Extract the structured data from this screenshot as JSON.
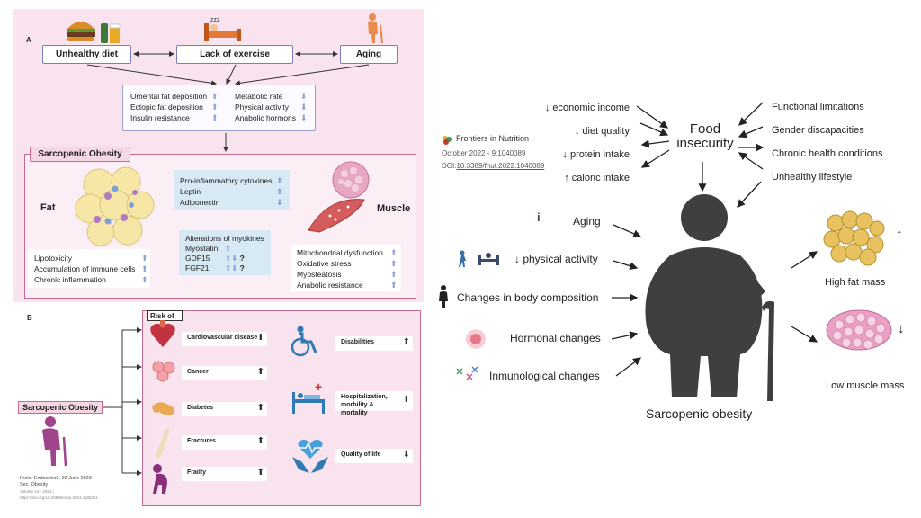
{
  "panel_a": {
    "label": "A",
    "causes": [
      "Unhealthy diet",
      "Lack of exercise",
      "Aging"
    ],
    "effects_left": [
      {
        "text": "Omental fat deposition",
        "dir": "up"
      },
      {
        "text": "Ectopic fat deposition",
        "dir": "up"
      },
      {
        "text": "Insulin resistance",
        "dir": "up"
      }
    ],
    "effects_right": [
      {
        "text": "Metabolic rate",
        "dir": "down"
      },
      {
        "text": "Physical activity",
        "dir": "down"
      },
      {
        "text": "Anabolic hormons",
        "dir": "down"
      }
    ],
    "sarcopenic_title": "Sarcopenic Obesity",
    "fat_label": "Fat",
    "muscle_label": "Muscle",
    "cytokines": [
      {
        "text": "Pro-inflammatory cytokines",
        "dir": "up"
      },
      {
        "text": "Leptin",
        "dir": "up"
      },
      {
        "text": "Adiponectin",
        "dir": "down"
      }
    ],
    "myokines_title": "Alterations of myokines",
    "myokines": [
      {
        "text": "Myostatin",
        "dir": "up",
        "q": ""
      },
      {
        "text": "GDF15",
        "dir": "updown",
        "q": "?"
      },
      {
        "text": "FGF21",
        "dir": "updown",
        "q": "?"
      }
    ],
    "fat_effects": [
      "Lipotoxicity",
      "Accumulation of immune cells",
      "Chronic inflammation"
    ],
    "muscle_effects": [
      "Mitochondrial dysfunction",
      "Oxidative stress",
      "Myosteatosis",
      "Anabolic resistance"
    ]
  },
  "panel_b": {
    "label": "B",
    "risk_label": "Risk of",
    "center_label": "Sarcopenic Obesity",
    "risks_left": [
      {
        "text": "Cardiovascular disease",
        "dir": "up"
      },
      {
        "text": "Cancer",
        "dir": "up"
      },
      {
        "text": "Diabetes",
        "dir": "up"
      },
      {
        "text": "Fractures",
        "dir": "up"
      },
      {
        "text": "Frailty",
        "dir": "up"
      }
    ],
    "risks_right": [
      {
        "text": "Disabilities",
        "dir": "up"
      },
      {
        "text": "Hospitalization, morbility & mortality",
        "dir": "up"
      },
      {
        "text": "Quality of life",
        "dir": "down"
      }
    ],
    "citation": [
      "Front. Endocrinol., 29 June 2023",
      "Sec. Obesity",
      "Volume 14 - 2023 |",
      "https://doi.org/10.3389/fendo.2023.1185221"
    ]
  },
  "right": {
    "citation": {
      "journal": "Frontiers in Nutrition",
      "date": "October 2022 - 9:1040089",
      "doi_prefix": "DOI:",
      "doi": "10.3389/fnut.2022.1040089"
    },
    "food_insecurity": "Food insecurity",
    "left_factors": [
      "↓ economic income",
      "↓ diet quality",
      "↓ protein intake",
      "↑ caloric intake"
    ],
    "right_factors": [
      "Functional limitations",
      "Gender discapacities",
      "Chronic health conditions",
      "Unhealthy lifestyle"
    ],
    "body_factors": [
      "Aging",
      "↓ physical activity",
      "Changes in body composition",
      "Hormonal changes",
      "Inmunological changes"
    ],
    "high_fat": "High fat mass",
    "high_fat_arrow": "↑",
    "low_muscle": "Low muscle mass",
    "low_muscle_arrow": "↓",
    "center": "Sarcopenic obesity"
  },
  "colors": {
    "panel_bg": "#f8e3ee",
    "panel_border": "#c76a92",
    "box_border": "#7a7fb8",
    "light_blue": "#d7e9f5",
    "arrow_up": "#8e9fd1",
    "silhouette": "#3f3f3f"
  },
  "icons": [
    "burger-icon",
    "beer-icon",
    "bed-icon",
    "elderly-person-icon",
    "fat-cells-icon",
    "muscle-icon",
    "heart-icon",
    "wheelchair-icon",
    "hospital-bed-icon",
    "heart-hands-icon",
    "leaf-logo-icon",
    "info-icon",
    "walking-icon",
    "dumbbell-icon",
    "body-icon",
    "hormone-icon",
    "immune-icon"
  ]
}
